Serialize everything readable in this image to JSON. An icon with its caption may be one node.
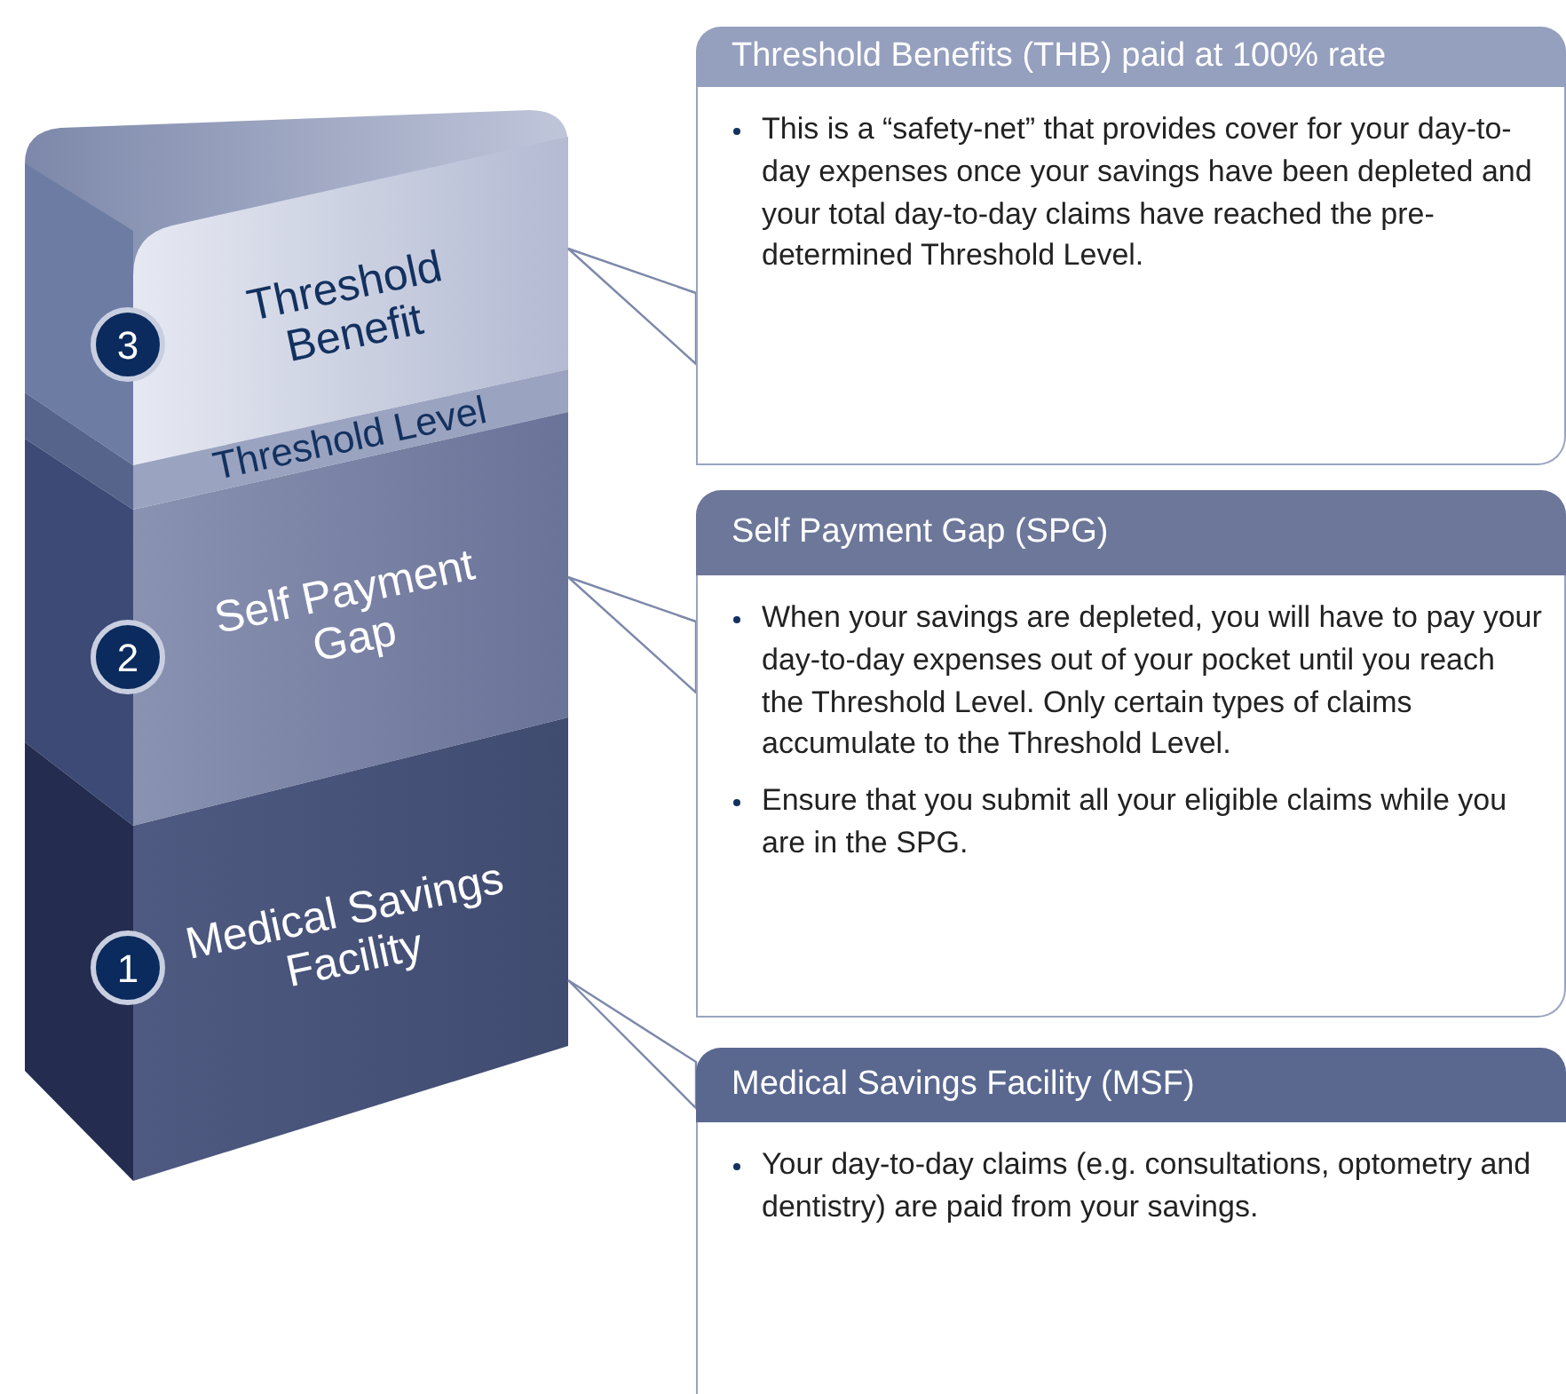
{
  "diagram": {
    "nodes": [
      {
        "text": [
          "3"
        ]
      },
      {
        "text": [
          "Threshold Benefit"
        ]
      },
      {
        "text": [
          "Threshold Level"
        ]
      },
      {
        "text": [
          "2"
        ]
      },
      {
        "text": [
          "Self Payment Gap"
        ]
      },
      {
        "text": [
          "1"
        ]
      },
      {
        "text": [
          "Medical Savings Facility"
        ]
      },
      {
        "text": [
          "Threshold Benefits (THB) paid at 100% rate",
          "This is a “safety-net” that provides cover for your day-to-day expenses once your savings have been depleted and your total day-to-day claims have reached the pre-determined Threshold Level."
        ]
      },
      {
        "text": [
          "Self Payment Gap (SPG)",
          "When your savings are depleted, you will have to pay your day-to-day expenses out of your pocket until you reach the Threshold Level. Only certain types of claims accumulate to the Threshold Level.",
          "Ensure that you submit all your eligible claims while you are in the SPG."
        ]
      },
      {
        "text": [
          "Medical Savings Facility (MSF)",
          "Your day-to-day claims (e.g. consultations, optometry and dentistry) are paid from your savings."
        ]
      }
    ],
    "edges": [
      {
        "from": 7,
        "to": 1,
        "arrow": "to"
      },
      {
        "from": 8,
        "to": 4,
        "arrow": "to"
      },
      {
        "from": 9,
        "to": 6,
        "arrow": "to"
      }
    ]
  }
}
